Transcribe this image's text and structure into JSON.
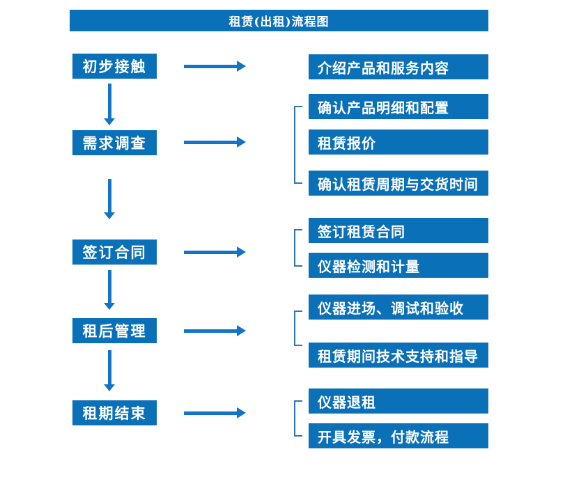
{
  "title": "租赁(出租)流程图",
  "colors": {
    "box_blue": "#0a70b8",
    "arrow_blue": "#1174c8",
    "bracket_blue": "#2e75b6",
    "text_white": "#ffffff"
  },
  "flow": [
    {
      "step": "初步接触",
      "outputs": [
        "介绍产品和服务内容"
      ]
    },
    {
      "step": "需求调查",
      "outputs": [
        "确认产品明细和配置",
        "租赁报价",
        "确认租赁周期与交货时间"
      ]
    },
    {
      "step": "签订合同",
      "outputs": [
        "签订租赁合同",
        "仪器检测和计量"
      ]
    },
    {
      "step": "租后管理",
      "outputs": [
        "仪器进场、调试和验收",
        "租赁期间技术支持和指导"
      ]
    },
    {
      "step": "租期结束",
      "outputs": [
        "仪器退租",
        "开具发票，付款流程"
      ]
    }
  ]
}
